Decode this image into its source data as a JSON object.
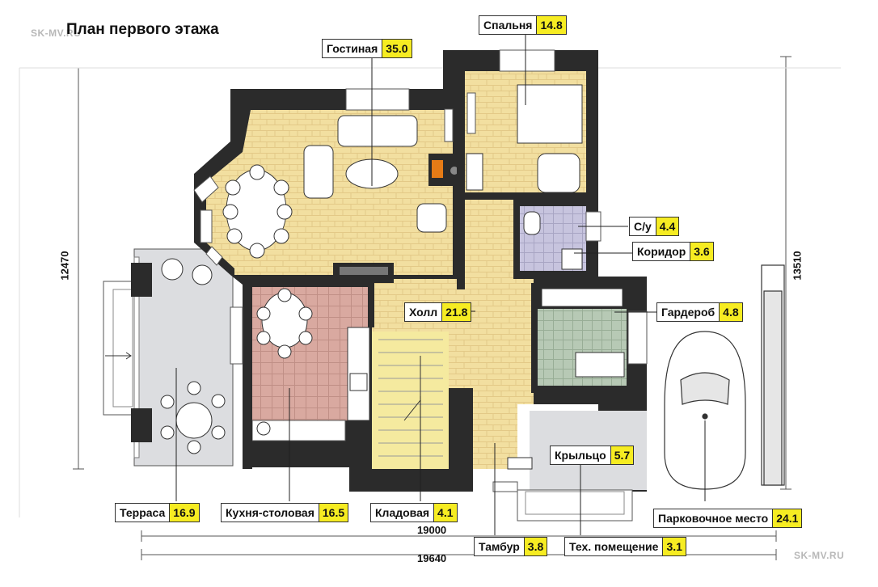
{
  "title": "План первого этажа",
  "watermark": "SK-MV.RU",
  "rooms": {
    "living": {
      "name": "Гостиная",
      "area": "35.0"
    },
    "bedroom": {
      "name": "Спальня",
      "area": "14.8"
    },
    "wc": {
      "name": "С/у",
      "area": "4.4"
    },
    "corridor": {
      "name": "Коридор",
      "area": "3.6"
    },
    "hall": {
      "name": "Холл",
      "area": "21.8"
    },
    "wardrobe": {
      "name": "Гардероб",
      "area": "4.8"
    },
    "porch": {
      "name": "Крыльцо",
      "area": "5.7"
    },
    "terrace": {
      "name": "Терраса",
      "area": "16.9"
    },
    "kitchen": {
      "name": "Кухня-столовая",
      "area": "16.5"
    },
    "pantry": {
      "name": "Кладовая",
      "area": "4.1"
    },
    "vestibule": {
      "name": "Тамбур",
      "area": "3.8"
    },
    "tech": {
      "name": "Тех. помещение",
      "area": "3.1"
    },
    "parking": {
      "name": "Парковочное место",
      "area": "24.1"
    }
  },
  "dimensions": {
    "width_inner": "19000",
    "width_outer": "19640",
    "height_left": "12470",
    "height_right": "13510"
  },
  "colors": {
    "wall": "#2b2b2b",
    "wood_floor": "#f2dfa0",
    "kitchen_tile": "#d9a9a0",
    "wet_tile": "#c7c4de",
    "wardrobe_tile": "#b7c9b5",
    "terrace_floor": "#dcdde0",
    "label_highlight": "#f6ec22"
  }
}
